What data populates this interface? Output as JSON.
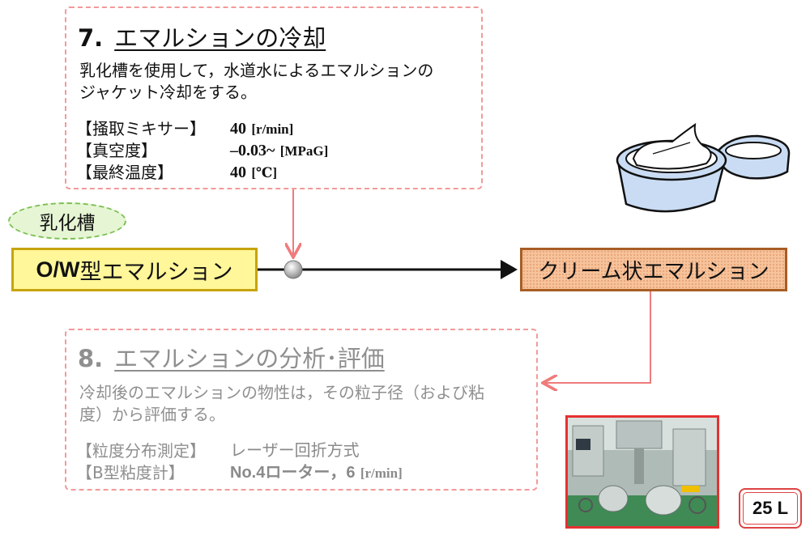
{
  "step7": {
    "number": "7.",
    "title": "エマルションの冷却",
    "description_line1": "乳化槽を使用して，水道水によるエマルションの",
    "description_line2": "ジャケット冷却をする。",
    "specs": [
      {
        "label": "【掻取ミキサー】",
        "value": "40",
        "unit": "[r/min]"
      },
      {
        "label": "【真空度】",
        "value": "–0.03~",
        "unit": "[MPaG]"
      },
      {
        "label": "【最終温度】",
        "value": "40",
        "unit": "[℃]"
      }
    ]
  },
  "tank_label": "乳化槽",
  "flow": {
    "source_bold": "O/W",
    "source_rest": "型エマルション",
    "target": "クリーム状エマルション"
  },
  "step8": {
    "number": "8.",
    "title": "エマルションの分析･評価",
    "description_line1": "冷却後のエマルションの物性は，その粒子径（および粘",
    "description_line2": "度）から評価する。",
    "specs": [
      {
        "label": "【粒度分布測定】",
        "value": "レーザー回折方式",
        "unit": ""
      },
      {
        "label": "【B型粘度計】",
        "value": "No.4ローター，6",
        "unit": "[r/min]"
      }
    ]
  },
  "volume_badge": "25 L",
  "colors": {
    "dashed_border": "#f29a9a",
    "connector": "#ef7b7b",
    "source_fill": "#fff799",
    "target_fill": "#f7c39b",
    "tank_fill": "#e6f6d4"
  },
  "icons": {
    "cream": "cream-jar-icon",
    "photo": "emulsifier-equipment-photo"
  }
}
